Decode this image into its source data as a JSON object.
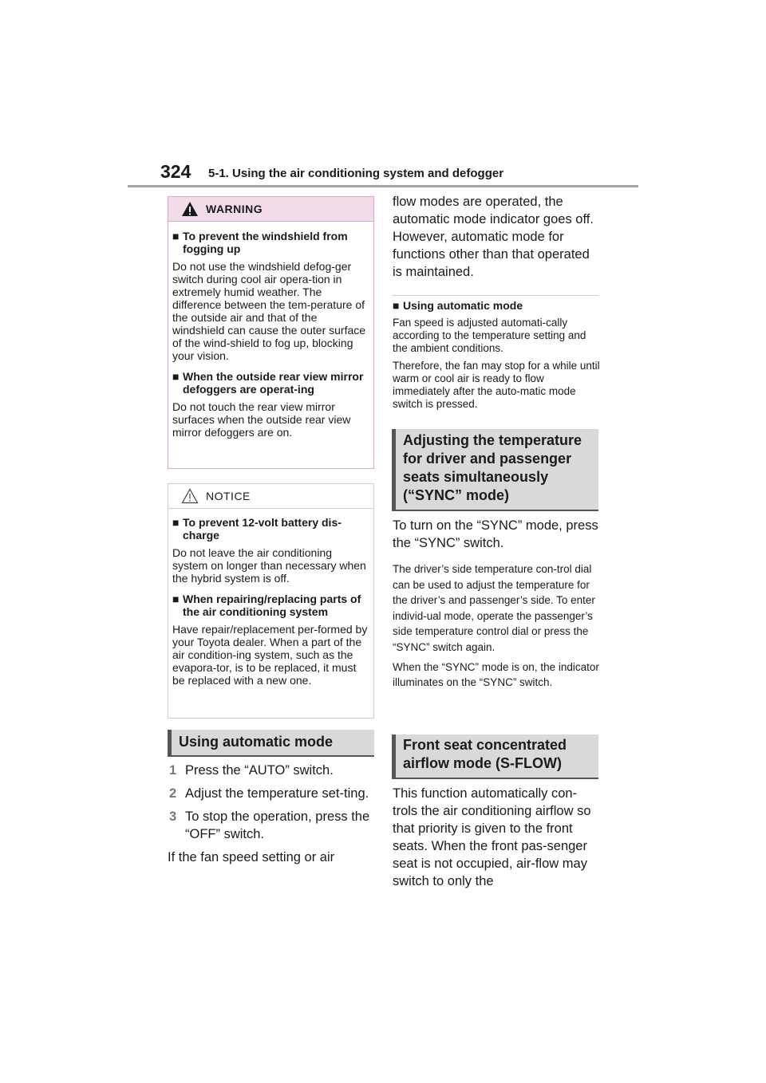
{
  "header": {
    "page_number": "324",
    "chapter_title": "5-1. Using the air conditioning system and defogger"
  },
  "warning": {
    "label": "WARNING",
    "sections": [
      {
        "title": "To prevent the windshield from fogging up",
        "text": "Do not use the windshield defog-ger switch during cool air opera-tion in extremely humid weather. The difference between the tem-perature of the outside air and that of the windshield can cause the outer surface of the wind-shield to fog up, blocking your vision."
      },
      {
        "title": "When the outside rear view mirror defoggers are operat-ing",
        "text": "Do not touch the rear view mirror surfaces when the outside rear view mirror defoggers are on."
      }
    ]
  },
  "notice": {
    "label": "NOTICE",
    "sections": [
      {
        "title": "To prevent 12-volt battery dis-charge",
        "text": "Do not leave the air conditioning system on longer than necessary when the hybrid system is off."
      },
      {
        "title": "When repairing/replacing parts of the air conditioning system",
        "text": "Have repair/replacement per-formed by your Toyota dealer. When a part of the air condition-ing system, such as the evapora-tor, is to be replaced, it must be replaced with a new one."
      }
    ]
  },
  "auto_mode": {
    "heading": "Using automatic mode",
    "steps": [
      {
        "num": "1",
        "text": "Press the “AUTO” switch."
      },
      {
        "num": "2",
        "text": "Adjust the temperature set-ting."
      },
      {
        "num": "3",
        "text": "To stop the operation, press the “OFF” switch."
      }
    ],
    "para_start": "If the fan speed setting or air",
    "para_cont": "flow modes are operated, the automatic mode indicator goes off. However, automatic mode for functions other than that operated is maintained.",
    "sub_title": "Using automatic mode",
    "sub_text_1": "Fan speed is adjusted automati-cally according to the temperature setting and the ambient conditions.",
    "sub_text_2": "Therefore, the fan may stop for a while until warm or cool air is ready to flow immediately after the auto-matic mode switch is pressed."
  },
  "sync_mode": {
    "heading": "Adjusting the temperature for driver and passenger seats simultaneously (“SYNC” mode)",
    "main_text": "To turn on the “SYNC” mode, press the “SYNC” switch.",
    "text_1": "The driver’s side temperature con-trol dial can be used to adjust the temperature for the driver’s and passenger’s side. To enter individ-ual mode, operate the passenger’s side temperature control dial or press the “SYNC” switch again.",
    "text_2": "When the “SYNC” mode is on, the indicator illuminates on the “SYNC” switch."
  },
  "sflow_mode": {
    "heading": "Front seat concentrated airflow mode (S-FLOW)",
    "text": "This function automatically con-trols the air conditioning airflow so that priority is given to the front seats. When the front pas-senger seat is not occupied, air-flow may switch to only the"
  }
}
